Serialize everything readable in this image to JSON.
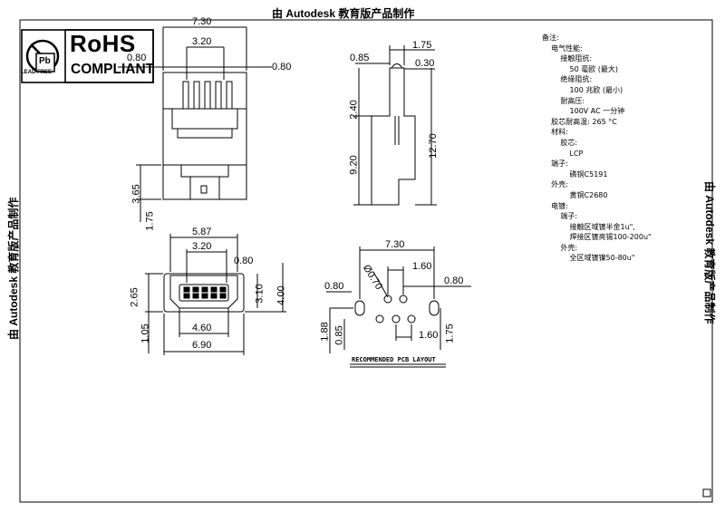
{
  "watermark": "由 Autodesk 教育版产品制作",
  "rohs": {
    "title": "RoHS",
    "subtitle": "COMPLIANT",
    "lead_free": "LEAD FREE",
    "pb_symbol": "Pb"
  },
  "dimensions": {
    "top_view": {
      "overall_width": "7.30",
      "pin_span": "3.20",
      "pitch": "0.80",
      "body_edge": "3.65",
      "foot": "1.75",
      "pin_pitch_label": "0.80"
    },
    "side_view": {
      "width_top": "1.75",
      "left_offset": "0.85",
      "lip": "0.30",
      "upper_height": "2.40",
      "lower_height": "9.20",
      "total_height": "12.70"
    },
    "front_view": {
      "outer_width": "5.87",
      "inner_width": "3.20",
      "pitch": "0.80",
      "height": "2.65",
      "body_height": "3.10",
      "overall_height": "4.00",
      "base": "1.05",
      "slot_width": "4.60",
      "total_width": "6.90"
    },
    "pcb_layout": {
      "overall": "7.30",
      "pitch": "1.60",
      "pad": "0.80",
      "pad_left": "0.80",
      "hole_dia": "Ø0.70",
      "row_offset": "1.88",
      "row_gap": "0.85",
      "pitch_bottom": "1.60",
      "depth": "1.75"
    }
  },
  "pcb_title": "RECOMMENDED PCB LAYOUT",
  "notes": [
    "备注:",
    "    电气性能:",
    "        接触阻抗:",
    "            50 毫欧 (最大)",
    "        绝缘阻抗:",
    "            100 兆欧 (最小)",
    "        耐高压:",
    "            100V AC 一分钟",
    "    胶芯耐高温: 265 °C",
    "    材料:",
    "        胶芯:",
    "            LCP",
    "    端子:",
    "            磷铜C5191",
    "    外壳:",
    "            黄铜C2680",
    "    电镀:",
    "        端子:",
    "            接触区域镀半金1u\",",
    "            焊接区镀亮锡100-200u\"",
    "        外壳:",
    "            全区域镀镍50-80u\""
  ]
}
